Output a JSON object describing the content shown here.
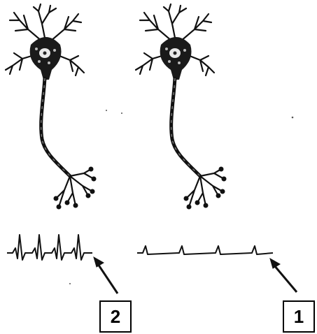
{
  "labels": {
    "left": "2",
    "right": "1"
  },
  "icons": [
    "neuron-icon",
    "neuron-icon",
    "action-potential-trace",
    "arrow"
  ],
  "colors": {
    "ink": "#000000",
    "background": "#ffffff"
  },
  "traces": {
    "left_spike_count": 4,
    "right_spike_count": 4
  }
}
